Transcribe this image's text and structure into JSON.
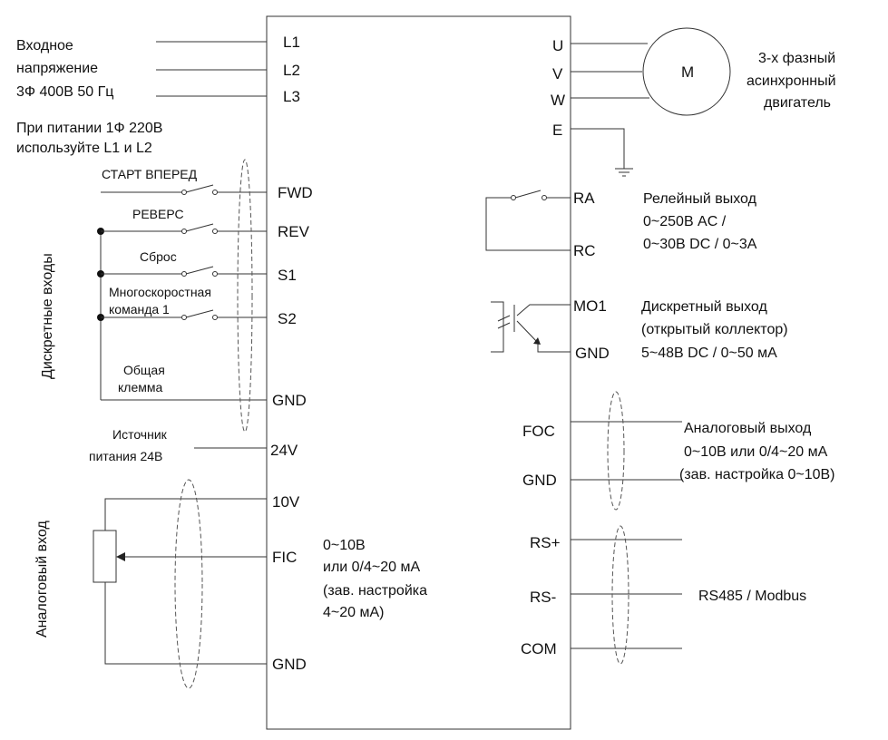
{
  "left": {
    "input_voltage": [
      "Входное",
      "напряжение",
      "3Ф 400В 50 Гц"
    ],
    "single_phase_note": [
      "При питании 1Ф 220В",
      "используйте L1 и L2"
    ],
    "discrete_inputs_title": "Дискретные входы",
    "start_forward": "СТАРТ ВПЕРЕД",
    "reverse": "РЕВЕРС",
    "reset": "Сброс",
    "multispeed": [
      "Многоскоростная",
      "команда 1"
    ],
    "common_terminal": [
      "Общая",
      "клемма"
    ],
    "power_source": [
      "Источник",
      "питания 24В"
    ],
    "analog_input_title": "Аналоговый вход"
  },
  "terminals_left": {
    "l1": "L1",
    "l2": "L2",
    "l3": "L3",
    "fwd": "FWD",
    "rev": "REV",
    "s1": "S1",
    "s2": "S2",
    "gnd1": "GND",
    "v24": "24V",
    "v10": "10V",
    "fic": "FIC",
    "gnd2": "GND"
  },
  "terminals_right": {
    "u": "U",
    "v": "V",
    "w": "W",
    "e": "E",
    "ra": "RA",
    "rc": "RC",
    "mo1": "MO1",
    "gnd_mo": "GND",
    "foc": "FOC",
    "gnd_foc": "GND",
    "rsp": "RS+",
    "rsm": "RS-",
    "com": "COM"
  },
  "right": {
    "motor_symbol": "M",
    "motor_label": [
      "3-х фазный",
      "асинхронный",
      "двигатель"
    ],
    "relay_output": [
      "Релейный выход",
      "0~250В AC /",
      "0~30В DC / 0~3А"
    ],
    "discrete_output": [
      "Дискретный выход",
      "(открытый коллектор)",
      "5~48В DC / 0~50 мА"
    ],
    "analog_output": [
      "Аналоговый выход",
      "0~10В или 0/4~20 мА",
      "(зав. настройка 0~10В)"
    ],
    "rs485": "RS485 / Modbus"
  },
  "center": {
    "analog_input_range": [
      "0~10В",
      "или 0/4~20 мА",
      "(зав. настройка",
      "4~20 мА)"
    ]
  }
}
